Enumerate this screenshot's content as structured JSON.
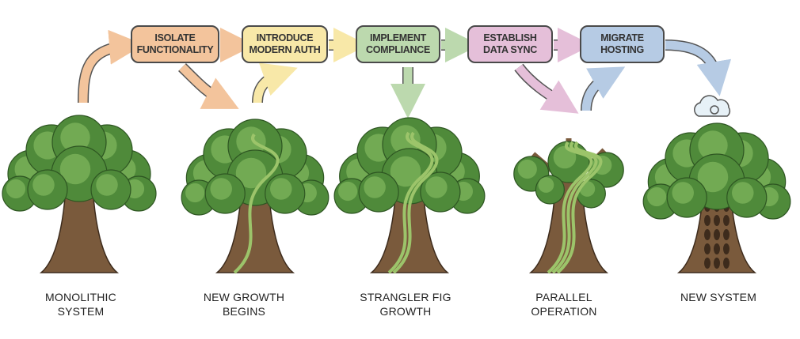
{
  "steps": [
    {
      "label": "ISOLATE FUNCTIONALITY",
      "l1": "ISOLATE",
      "l2": "FUNCTIONALITY",
      "color": "#f3c49c"
    },
    {
      "label": "INTRODUCE MODERN AUTH",
      "l1": "INTRODUCE",
      "l2": "MODERN AUTH",
      "color": "#f8e8a8"
    },
    {
      "label": "IMPLEMENT COMPLIANCE",
      "l1": "IMPLEMENT",
      "l2": "COMPLIANCE",
      "color": "#bcd9ae"
    },
    {
      "label": "ESTABLISH DATA SYNC",
      "l1": "ESTABLISH",
      "l2": "DATA SYNC",
      "color": "#e5bfd9"
    },
    {
      "label": "MIGRATE HOSTING",
      "l1": "MIGRATE",
      "l2": "HOSTING",
      "color": "#b6cbe4"
    }
  ],
  "stages": [
    {
      "l1": "MONOLITHIC",
      "l2": "SYSTEM"
    },
    {
      "l1": "NEW GROWTH",
      "l2": "BEGINS"
    },
    {
      "l1": "STRANGLER FIG",
      "l2": "GROWTH"
    },
    {
      "l1": "PARALLEL",
      "l2": "OPERATION"
    },
    {
      "l1": "NEW SYSTEM",
      "l2": ""
    }
  ],
  "icons": {
    "cloud": "cloud-sync-icon"
  },
  "colors": {
    "foliage": "#4f8a3a",
    "foliage_light": "#7bb15a",
    "trunk": "#7a5a3c",
    "vine": "#9cc46a"
  }
}
